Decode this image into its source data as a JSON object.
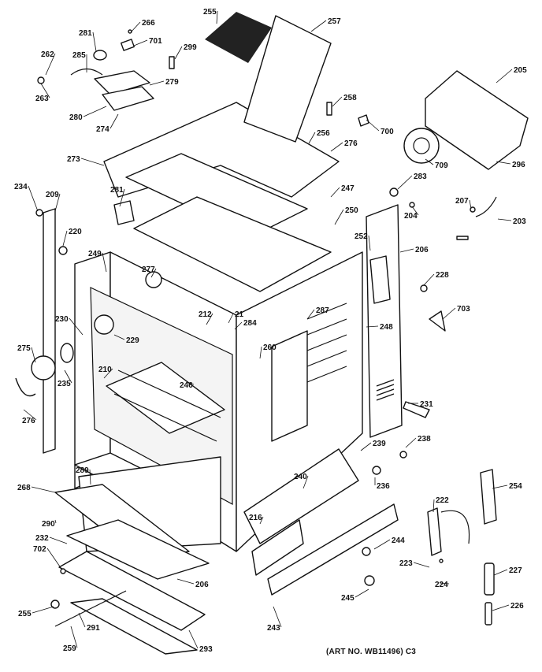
{
  "diagram": {
    "art_number": "(ART NO. WB11496) C3",
    "labels": [
      "266",
      "255",
      "257",
      "281",
      "701",
      "262",
      "285",
      "299",
      "263",
      "279",
      "280",
      "274",
      "205",
      "258",
      "700",
      "256",
      "276",
      "709",
      "296",
      "273",
      "234",
      "209",
      "281",
      "247",
      "283",
      "220",
      "250",
      "204",
      "207",
      "203",
      "249",
      "277",
      "252",
      "206",
      "228",
      "21",
      "212",
      "284",
      "287",
      "703",
      "230",
      "229",
      "275",
      "260",
      "248",
      "210",
      "246",
      "235",
      "276",
      "231",
      "238",
      "239",
      "289",
      "236",
      "268",
      "240",
      "254",
      "222",
      "216",
      "290",
      "232",
      "244",
      "223",
      "227",
      "702",
      "206",
      "224",
      "245",
      "255",
      "243",
      "226",
      "291",
      "259",
      "293"
    ]
  }
}
